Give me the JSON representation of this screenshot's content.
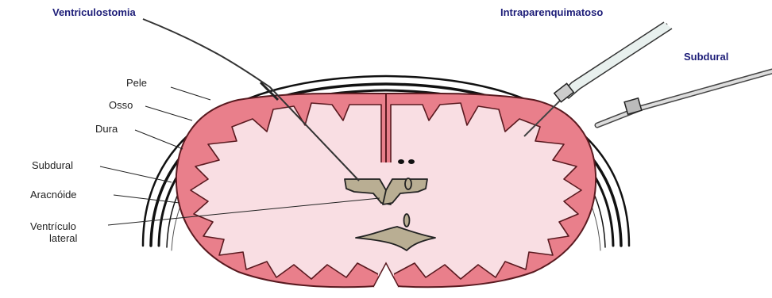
{
  "labels": {
    "ventriculostomia": "Ventriculostomia",
    "intraparenquimatoso": "Intraparenquimatoso",
    "subdural_top": "Subdural",
    "pele": "Pele",
    "osso": "Osso",
    "dura": "Dura",
    "subdural_left": "Subdural",
    "aracnoide": "Aracnóide",
    "ventriculo": "Ventrículo",
    "lateral": "lateral"
  },
  "colors": {
    "cortex": "#e97f8b",
    "cortex_outline": "#5a1a20",
    "white_matter": "#f9dee3",
    "ventricle": "#b9ae93",
    "label_blue": "#1d1d78",
    "line": "#222222"
  }
}
